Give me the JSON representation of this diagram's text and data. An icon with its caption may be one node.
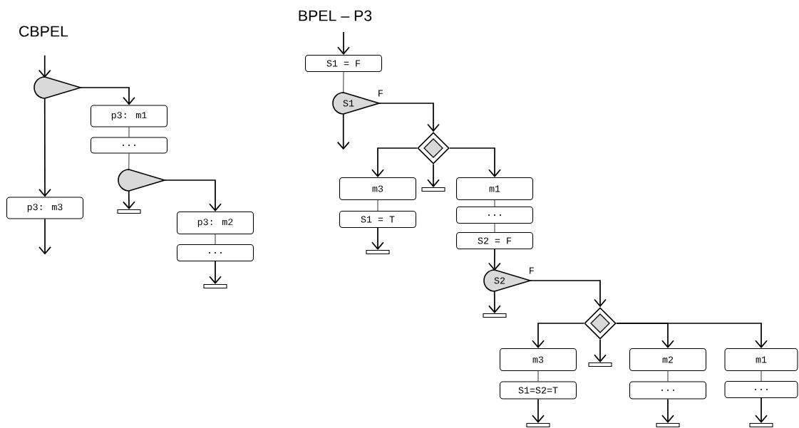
{
  "diagram": {
    "nodes": [
      {
        "text": [],
        "shape": "teardrop"
      },
      {
        "text": [
          "p3: m1"
        ]
      },
      {
        "text": [
          "..."
        ]
      },
      {
        "text": [],
        "shape": "teardrop"
      },
      {
        "text": [],
        "shape": "bar"
      },
      {
        "text": [
          "p3: m3"
        ]
      },
      {
        "text": [
          "p3: m2"
        ]
      },
      {
        "text": [
          "..."
        ]
      },
      {
        "text": [],
        "shape": "bar"
      },
      {
        "text": [
          "S1 = F"
        ]
      },
      {
        "text": [
          "S1"
        ]
      },
      {
        "text": [],
        "shape": "diamond"
      },
      {
        "text": [
          "m3"
        ]
      },
      {
        "text": [
          "S1 = T"
        ]
      },
      {
        "text": [],
        "shape": "bar"
      },
      {
        "text": [],
        "shape": "bar"
      },
      {
        "text": [
          "m1"
        ]
      },
      {
        "text": [
          "..."
        ]
      },
      {
        "text": [
          "S2 = F"
        ]
      },
      {
        "text": [
          "S2"
        ]
      },
      {
        "text": [],
        "shape": "bar"
      },
      {
        "text": [],
        "shape": "diamond"
      },
      {
        "text": [
          "m3"
        ]
      },
      {
        "text": [
          "S1=S2=T"
        ]
      },
      {
        "text": [],
        "shape": "bar"
      },
      {
        "text": [],
        "shape": "bar"
      },
      {
        "text": [
          "m2"
        ]
      },
      {
        "text": [
          "..."
        ]
      },
      {
        "text": [],
        "shape": "bar"
      },
      {
        "text": [
          "m1"
        ]
      },
      {
        "text": [
          "..."
        ]
      },
      {
        "text": [],
        "shape": "bar"
      }
    ],
    "edges": [
      {
        "from": null,
        "to": 0,
        "arrow": "to"
      },
      {
        "from": 0,
        "to": 1,
        "arrow": "to"
      },
      {
        "from": 0,
        "to": 5,
        "arrow": "to"
      },
      {
        "from": 1,
        "to": 2,
        "arrow": "none"
      },
      {
        "from": 2,
        "to": 3,
        "arrow": "none"
      },
      {
        "from": 3,
        "to": 4,
        "arrow": "to"
      },
      {
        "from": 3,
        "to": 6,
        "arrow": "to"
      },
      {
        "from": 5,
        "to": null,
        "arrow": "to"
      },
      {
        "from": 6,
        "to": 7,
        "arrow": "none"
      },
      {
        "from": 7,
        "to": 8,
        "arrow": "to"
      },
      {
        "from": null,
        "to": 9,
        "arrow": "to"
      },
      {
        "from": 9,
        "to": 10,
        "arrow": "none"
      },
      {
        "from": 10,
        "to": null,
        "arrow": "to"
      },
      {
        "from": 10,
        "to": 11,
        "arrow": "to",
        "label": "F"
      },
      {
        "from": 11,
        "to": 12,
        "arrow": "to"
      },
      {
        "from": 11,
        "to": 15,
        "arrow": "to"
      },
      {
        "from": 11,
        "to": 16,
        "arrow": "to"
      },
      {
        "from": 12,
        "to": 13,
        "arrow": "none"
      },
      {
        "from": 13,
        "to": 14,
        "arrow": "to"
      },
      {
        "from": 16,
        "to": 17,
        "arrow": "none"
      },
      {
        "from": 17,
        "to": 18,
        "arrow": "none"
      },
      {
        "from": 18,
        "to": 19,
        "arrow": "to"
      },
      {
        "from": 19,
        "to": 20,
        "arrow": "to"
      },
      {
        "from": 19,
        "to": 21,
        "arrow": "to",
        "label": "F"
      },
      {
        "from": 21,
        "to": 22,
        "arrow": "to"
      },
      {
        "from": 21,
        "to": 25,
        "arrow": "to"
      },
      {
        "from": 21,
        "to": 26,
        "arrow": "to"
      },
      {
        "from": 21,
        "to": 29,
        "arrow": "to"
      },
      {
        "from": 22,
        "to": 23,
        "arrow": "none"
      },
      {
        "from": 23,
        "to": 24,
        "arrow": "to"
      },
      {
        "from": 26,
        "to": 27,
        "arrow": "none"
      },
      {
        "from": 27,
        "to": 28,
        "arrow": "to"
      },
      {
        "from": 29,
        "to": 30,
        "arrow": "none"
      },
      {
        "from": 30,
        "to": 31,
        "arrow": "to"
      }
    ],
    "labels": [
      "CBPEL",
      "BPEL – P3"
    ]
  }
}
